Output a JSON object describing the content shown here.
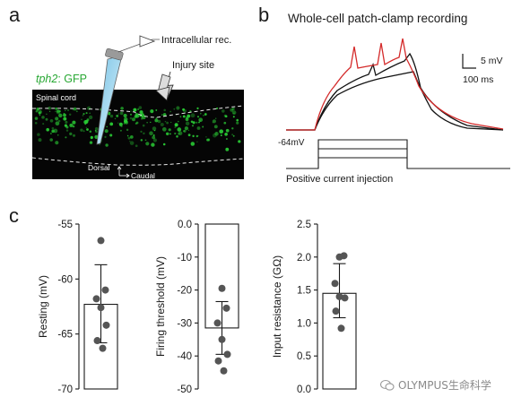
{
  "panel_a": {
    "letter": "a",
    "label_gene": "tph2",
    "label_reporter": ": GFP",
    "label_pipette": "Intracellular rec.",
    "label_injury": "Injury site",
    "label_tissue": "Spinal cord",
    "label_dorsal": "Dorsal",
    "label_caudal": "Caudal",
    "colors": {
      "gfp": "#29c934",
      "background": "#050505",
      "pipette": "#8fd4f2"
    }
  },
  "panel_b": {
    "letter": "b",
    "title": "Whole-cell patch-clamp recording",
    "scale_mv": "5 mV",
    "scale_ms": "100 ms",
    "resting_label": "-64mV",
    "stim_label": "Positive current injection",
    "colors": {
      "trace_red": "#d42a2a",
      "trace_black": "#111111"
    }
  },
  "panel_c": {
    "letter": "c"
  },
  "chart_data": [
    {
      "type": "bar",
      "ylabel": "Resting (mV)",
      "ylim": [
        -70,
        -55
      ],
      "yticks": [
        -55,
        -60,
        -65,
        -70
      ],
      "bar_mean": -62.3,
      "error_bar": [
        -65.8,
        -58.7
      ],
      "points": [
        -56.5,
        -61.0,
        -61.8,
        -62.6,
        -64.2,
        -65.6,
        -66.3
      ],
      "bar_color": "#ffffff",
      "point_color": "#555555"
    },
    {
      "type": "bar",
      "ylabel": "Firing threshold (mV)",
      "ylim": [
        -50,
        0
      ],
      "yticks": [
        0,
        -10,
        -20,
        -30,
        -40,
        -50
      ],
      "bar_mean": -31.5,
      "error_bar": [
        -39.5,
        -23.5
      ],
      "points": [
        -19.5,
        -25.5,
        -30.0,
        -35.0,
        -39.5,
        -41.5,
        -44.5
      ],
      "bar_color": "#ffffff",
      "point_color": "#555555"
    },
    {
      "type": "bar",
      "ylabel": "Input resistance (GΩ)",
      "ylim": [
        0,
        2.5
      ],
      "yticks": [
        2.5,
        2.0,
        1.5,
        1.0,
        0.5,
        0.0
      ],
      "bar_mean": 1.45,
      "error_bar": [
        1.08,
        1.9
      ],
      "points": [
        2.0,
        2.02,
        1.6,
        1.4,
        1.38,
        1.18,
        0.92
      ],
      "bar_color": "#ffffff",
      "point_color": "#555555"
    }
  ],
  "watermark": {
    "text": "OLYMPUS生命科学"
  }
}
